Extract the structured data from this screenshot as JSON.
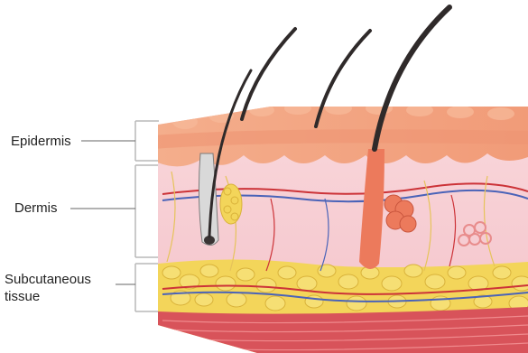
{
  "labels": {
    "epidermis": "Epidermis",
    "dermis": "Dermis",
    "subcutaneous": "Subcutaneous\ntissue"
  },
  "colors": {
    "epidermis": "#f2a27e",
    "epidermis_dark": "#e88964",
    "dermis": "#f7cdd4",
    "fat": "#f3d55a",
    "fat_edge": "#d9b23a",
    "muscle": "#d8535a",
    "hair": "#2f2a2a",
    "follicle": "#ec7a5c",
    "artery": "#cc3338",
    "vein": "#4a63b8",
    "bracket": "#b8b8b8"
  }
}
